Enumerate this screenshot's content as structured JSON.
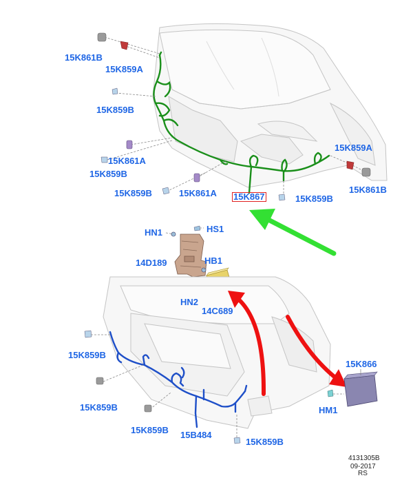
{
  "front_labels": {
    "l1": "15K861B",
    "l2": "15K859A",
    "l3": "15K859B",
    "l4": "15K861A",
    "l5": "15K859B",
    "l6": "15K859B",
    "l7": "15K861A",
    "l8": "15K867",
    "l9": "15K859B",
    "l10": "15K859A",
    "l11": "15K861B"
  },
  "bracket_labels": {
    "hn1": "HN1",
    "hs1": "HS1",
    "d189": "14D189",
    "hb1": "HB1",
    "hn2": "HN2",
    "c689": "14C689"
  },
  "rear_labels": {
    "r1": "15K859B",
    "r2": "15K859B",
    "r3": "15K859B",
    "r4": "15B484",
    "r5": "15K859B",
    "k866": "15K866",
    "hm1": "HM1"
  },
  "footer": {
    "ref": "4131305B",
    "date": "09-2017",
    "code": "RS"
  },
  "colors": {
    "label": "#1f66e5",
    "front_harness": "#1a8f1a",
    "rear_harness": "#1e4fc8",
    "highlight_box": "#e02020",
    "green_arrow": "#33e033",
    "red_arrow": "#ee1111",
    "module_yellow": "#e8d36a",
    "module_purple": "#8a86b0",
    "bracket": "#c9a58e"
  }
}
